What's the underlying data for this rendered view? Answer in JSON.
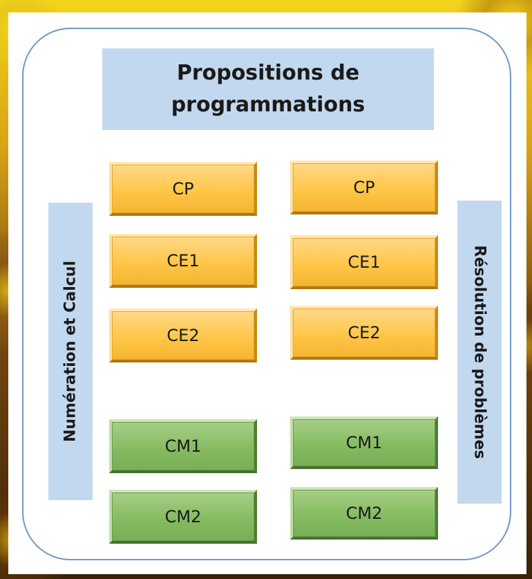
{
  "title": "Propositions de programmations",
  "left_band": "Numération et Calcul",
  "right_band": "Résolution de problèmes",
  "left_column": {
    "levels": [
      "CP",
      "CE1",
      "CE2"
    ],
    "upper": [
      "CM1",
      "CM2"
    ]
  },
  "right_column": {
    "levels": [
      "CP",
      "CE1",
      "CE2"
    ],
    "upper": [
      "CM1",
      "CM2"
    ]
  },
  "colors": {
    "frame": "#6e98c6",
    "band": "#c2d8ee",
    "orange_box": "#ffc648",
    "green_box": "#86bb62"
  }
}
